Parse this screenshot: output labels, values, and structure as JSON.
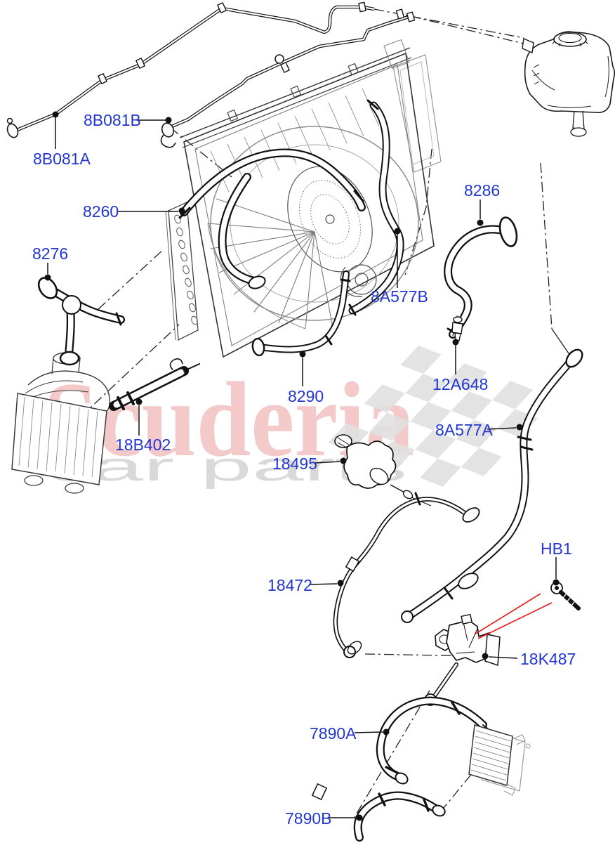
{
  "watermark": {
    "brand": "Scuderia",
    "tagline": "car parts",
    "brand_color": "#d94f4f",
    "tagline_color": "#d8d8d8",
    "checker_color": "#e1e1e1"
  },
  "labels": {
    "color": "#2236d2",
    "items": [
      {
        "id": "8B081B",
        "text": "8B081B"
      },
      {
        "id": "8B081A",
        "text": "8B081A"
      },
      {
        "id": "8260",
        "text": "8260"
      },
      {
        "id": "8286",
        "text": "8286"
      },
      {
        "id": "8276",
        "text": "8276"
      },
      {
        "id": "8A577B",
        "text": "8A577B"
      },
      {
        "id": "12A648",
        "text": "12A648"
      },
      {
        "id": "8290",
        "text": "8290"
      },
      {
        "id": "18B402",
        "text": "18B402"
      },
      {
        "id": "8A577A",
        "text": "8A577A"
      },
      {
        "id": "18495",
        "text": "18495"
      },
      {
        "id": "18472",
        "text": "18472"
      },
      {
        "id": "HB1",
        "text": "HB1"
      },
      {
        "id": "18K487",
        "text": "18K487"
      },
      {
        "id": "7890A",
        "text": "7890A"
      },
      {
        "id": "7890B",
        "text": "7890B"
      }
    ]
  },
  "callouts": {
    "arrow_color": "#e82020",
    "leader_color": "#111111"
  }
}
